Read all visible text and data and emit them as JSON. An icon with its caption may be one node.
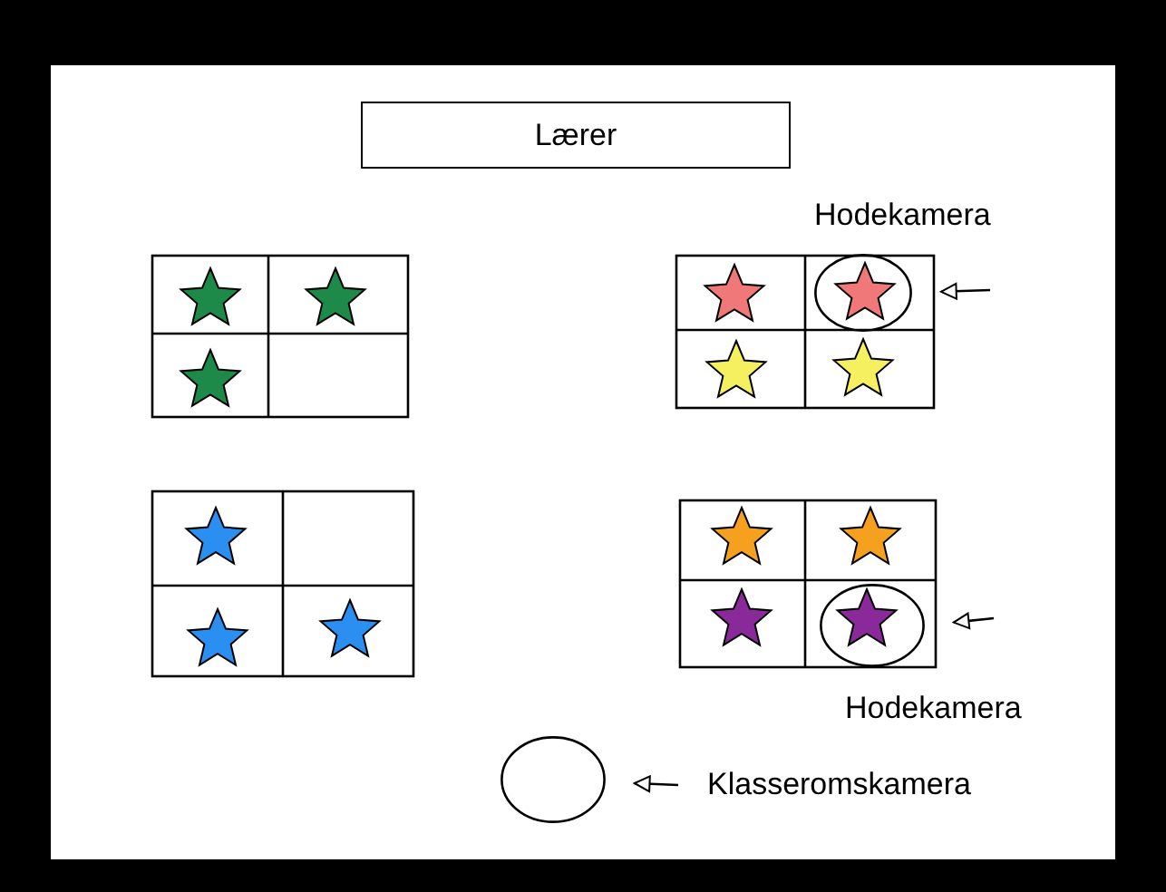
{
  "diagram": {
    "nodes": [
      {
        "text": [
          "Lærer"
        ]
      },
      {
        "text": [],
        "shape": "circle",
        "beside": [
          "Hodekamera"
        ]
      },
      {
        "text": [],
        "shape": "circle",
        "beside": [
          "Hodekamera"
        ]
      },
      {
        "text": [],
        "shape": "circle"
      },
      {
        "text": [
          "Klasseromskamera"
        ]
      }
    ],
    "edges": [
      {
        "from": null,
        "to": 1,
        "arrow": "to"
      },
      {
        "from": null,
        "to": 2,
        "arrow": "to"
      },
      {
        "from": 4,
        "to": 3,
        "arrow": "to"
      }
    ]
  }
}
